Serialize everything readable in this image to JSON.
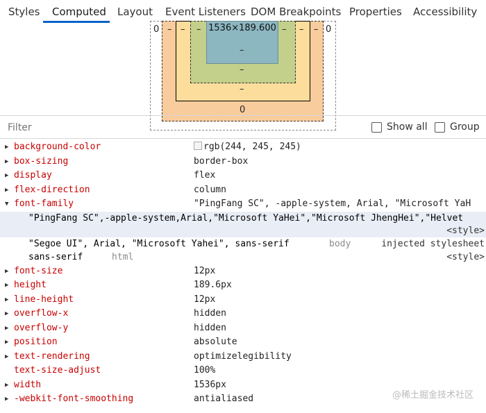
{
  "tabs": [
    "Styles",
    "Computed",
    "Layout",
    "Event Listeners",
    "DOM Breakpoints",
    "Properties",
    "Accessibility"
  ],
  "active_tab": "Computed",
  "box_model": {
    "margin_left": "0",
    "margin_right": "0",
    "margin_bottom": "0",
    "border_left": "–",
    "border_right": "–",
    "border_bottom": "–",
    "padding_left": "–",
    "padding_right": "–",
    "padding_bottom": "–",
    "pad_inner_left": "–",
    "pad_inner_right": "–",
    "content_bottom": "–",
    "content_size": "1536×189.600",
    "colors": {
      "margin": "#f9cc9d",
      "border": "#fddd9b",
      "padding": "#c3d08b",
      "content": "#8cb6c0"
    }
  },
  "filter": {
    "placeholder": "Filter",
    "show_all": "Show all",
    "group": "Group"
  },
  "properties": [
    {
      "name": "background-color",
      "value": "rgb(244, 245, 245)",
      "expandable": true
    },
    {
      "name": "box-sizing",
      "value": "border-box",
      "expandable": true
    },
    {
      "name": "display",
      "value": "flex",
      "expandable": true
    },
    {
      "name": "flex-direction",
      "value": "column",
      "expandable": true
    },
    {
      "name": "font-family",
      "value": "\"PingFang SC\", -apple-system, Arial, \"Microsoft YaH",
      "expandable": true,
      "expanded": true
    },
    {
      "name": "font-size",
      "value": "12px",
      "expandable": true
    },
    {
      "name": "height",
      "value": "189.6px",
      "expandable": true
    },
    {
      "name": "line-height",
      "value": "12px",
      "expandable": true
    },
    {
      "name": "overflow-x",
      "value": "hidden",
      "expandable": true
    },
    {
      "name": "overflow-y",
      "value": "hidden",
      "expandable": true
    },
    {
      "name": "position",
      "value": "absolute",
      "expandable": true
    },
    {
      "name": "text-rendering",
      "value": "optimizelegibility",
      "expandable": true
    },
    {
      "name": "text-size-adjust",
      "value": "100%",
      "expandable": false
    },
    {
      "name": "width",
      "value": "1536px",
      "expandable": true
    },
    {
      "name": "-webkit-font-smoothing",
      "value": "antialiased",
      "expandable": true
    }
  ],
  "font_family_trace": {
    "line1": "\"PingFang SC\",-apple-system,Arial,\"Microsoft YaHei\",\"Microsoft JhengHei\",\"Helvet",
    "line1_source": "<style>",
    "line2_value": "\"Segoe UI\", Arial, \"Microsoft Yahei\", sans-serif",
    "line2_selector": "body",
    "line2_source": "injected stylesheet",
    "line3_value": "sans-serif",
    "line3_selector": "html",
    "line3_source": "<style>"
  },
  "watermark": "@稀土掘金技术社区",
  "accent_color": "#0a62c7",
  "property_name_color": "#c80000"
}
